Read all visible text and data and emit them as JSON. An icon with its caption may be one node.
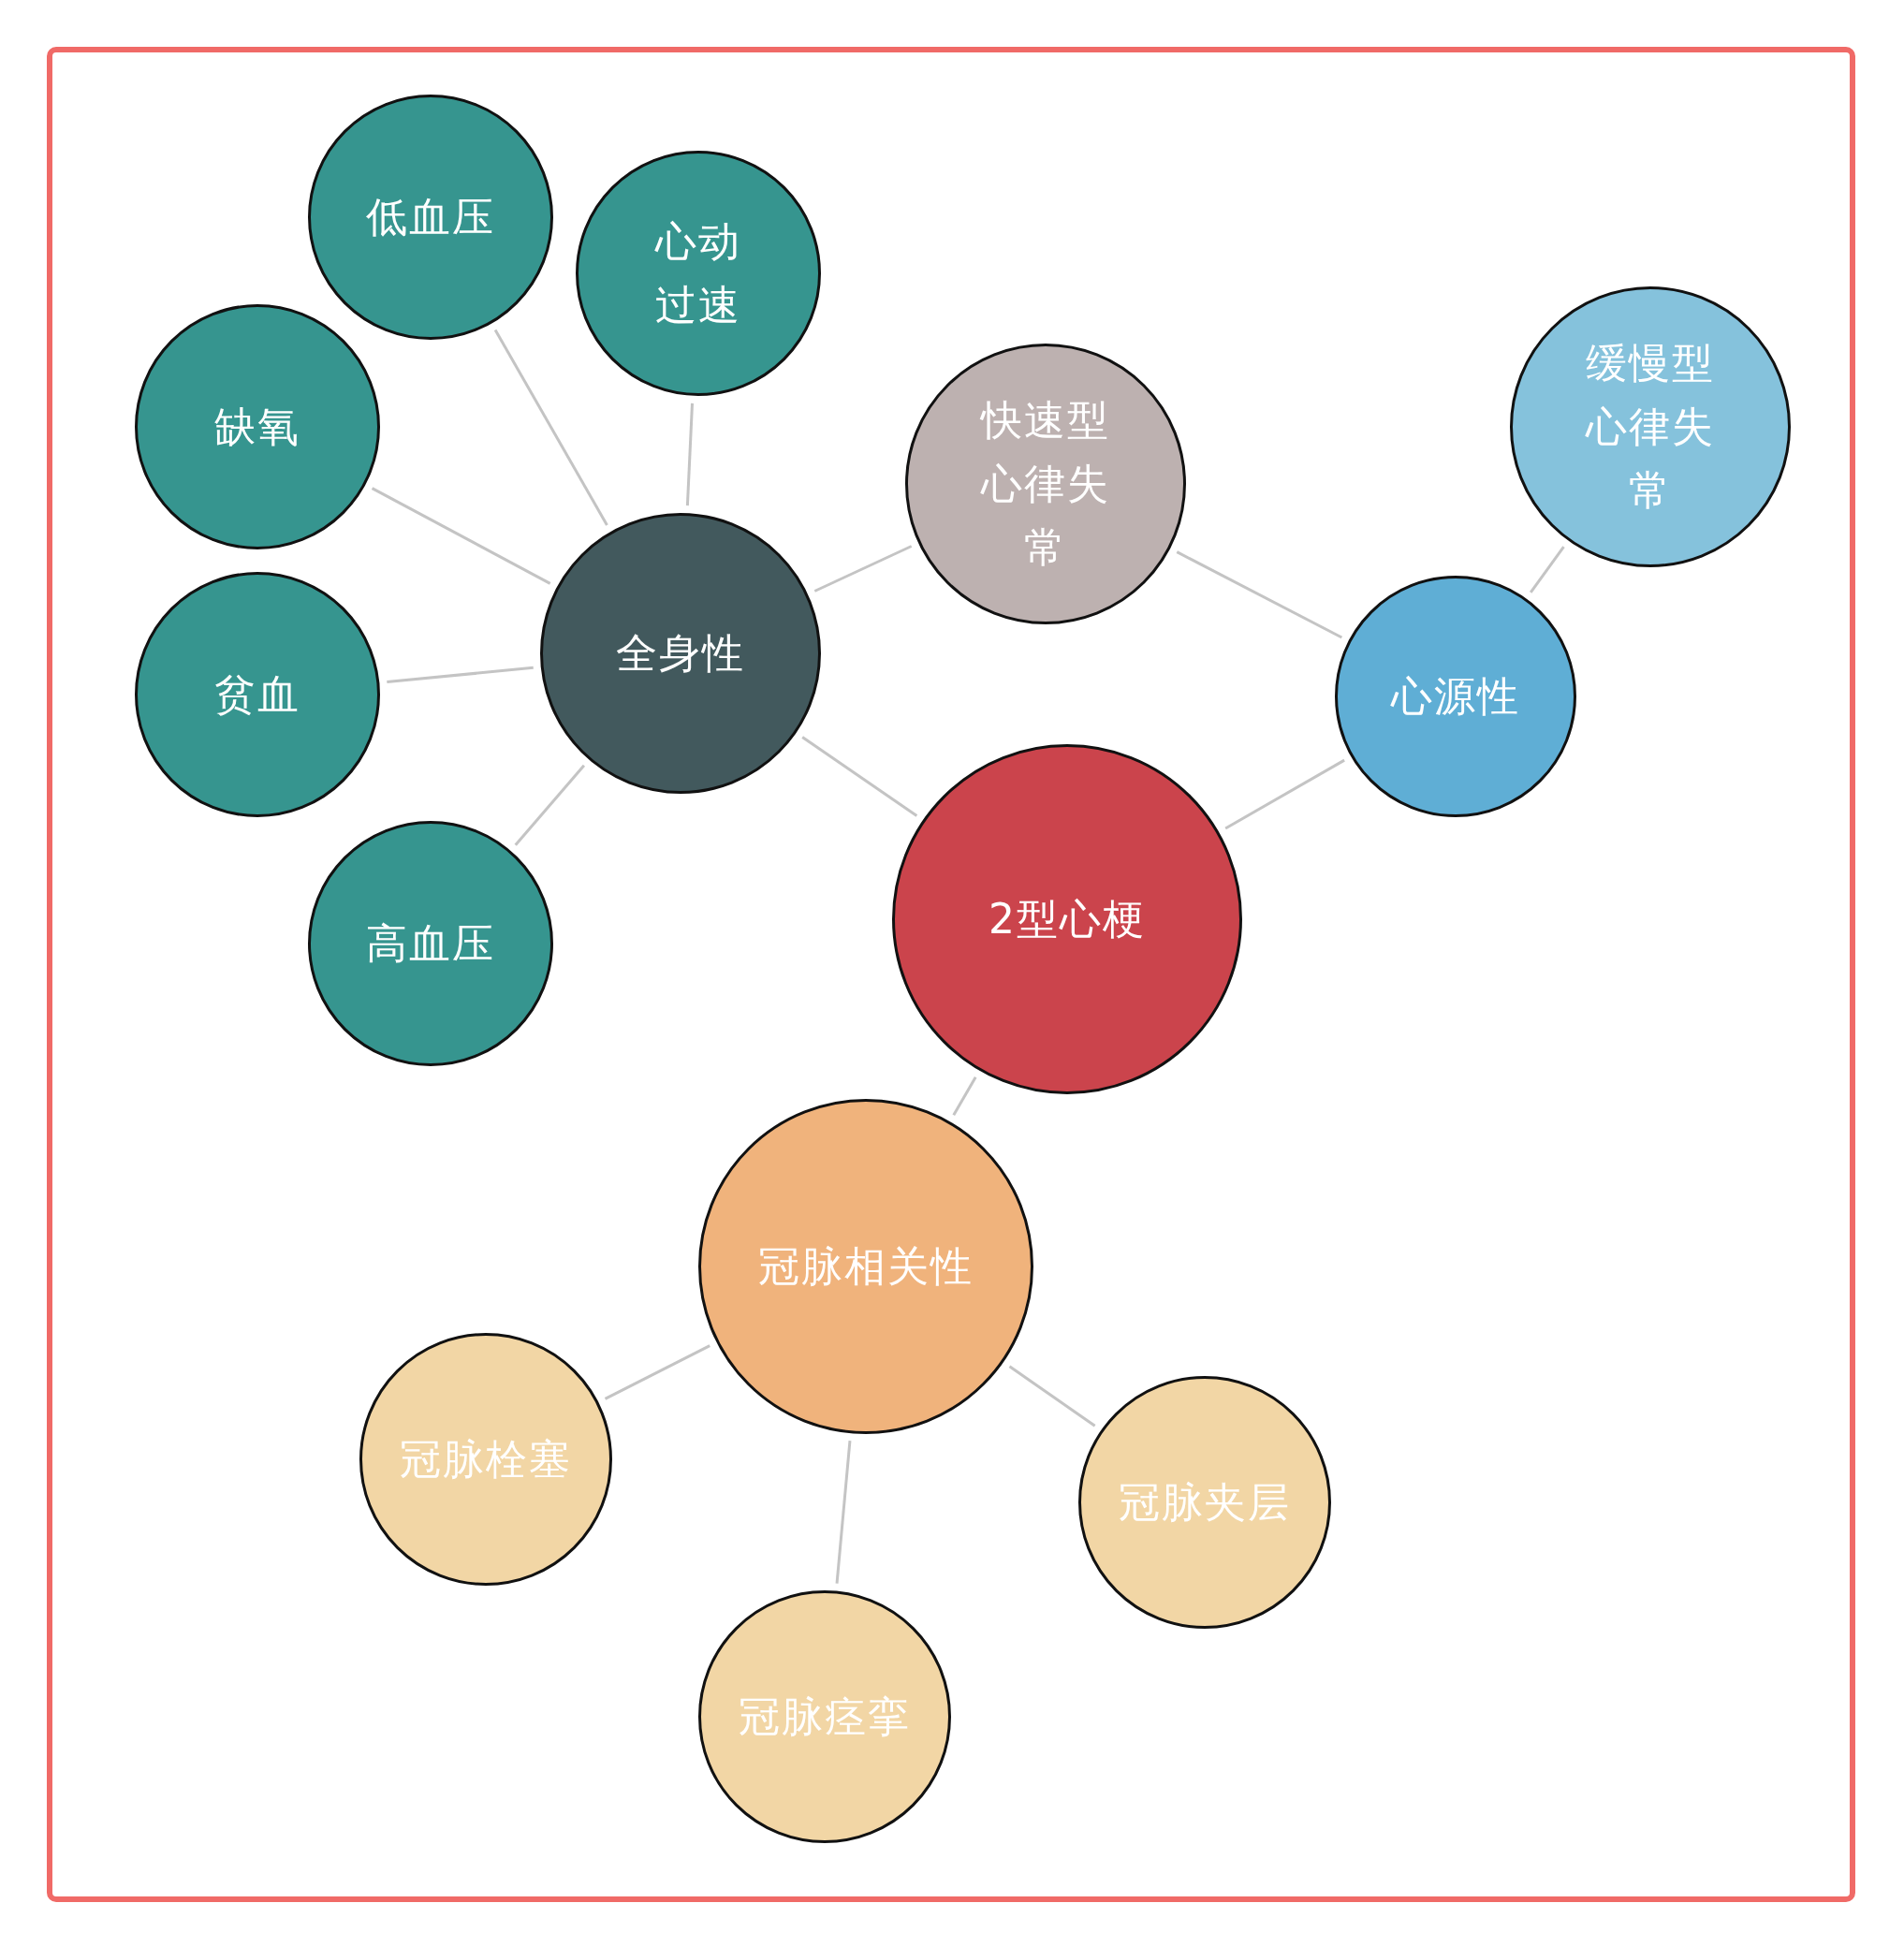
{
  "diagram": {
    "nodes": [
      {
        "text": [
          "低血压"
        ]
      },
      {
        "text": [
          "心动过速"
        ]
      },
      {
        "text": [
          "缺氧"
        ]
      },
      {
        "text": [
          "快速型心律失常"
        ]
      },
      {
        "text": [
          "缓慢型心律失常"
        ]
      },
      {
        "text": [
          "全身性"
        ]
      },
      {
        "text": [
          "贫血"
        ]
      },
      {
        "text": [
          "心源性"
        ]
      },
      {
        "text": [
          "2型心梗"
        ]
      },
      {
        "text": [
          "高血压"
        ]
      },
      {
        "text": [
          "冠脉相关性"
        ]
      },
      {
        "text": [
          "冠脉栓塞"
        ]
      },
      {
        "text": [
          "冠脉夹层"
        ]
      },
      {
        "text": [
          "冠脉痉挛"
        ]
      }
    ],
    "edges": [
      {
        "from": 5,
        "to": 0,
        "arrow": "none"
      },
      {
        "from": 5,
        "to": 1,
        "arrow": "none"
      },
      {
        "from": 5,
        "to": 2,
        "arrow": "none"
      },
      {
        "from": 5,
        "to": 6,
        "arrow": "none"
      },
      {
        "from": 5,
        "to": 9,
        "arrow": "none"
      },
      {
        "from": 5,
        "to": 3,
        "arrow": "none"
      },
      {
        "from": 5,
        "to": 8,
        "arrow": "none"
      },
      {
        "from": 3,
        "to": 7,
        "arrow": "none"
      },
      {
        "from": 7,
        "to": 4,
        "arrow": "none"
      },
      {
        "from": 7,
        "to": 8,
        "arrow": "none"
      },
      {
        "from": 8,
        "to": 10,
        "arrow": "none"
      },
      {
        "from": 10,
        "to": 11,
        "arrow": "none"
      },
      {
        "from": 10,
        "to": 13,
        "arrow": "none"
      },
      {
        "from": 10,
        "to": 12,
        "arrow": "none"
      }
    ]
  }
}
